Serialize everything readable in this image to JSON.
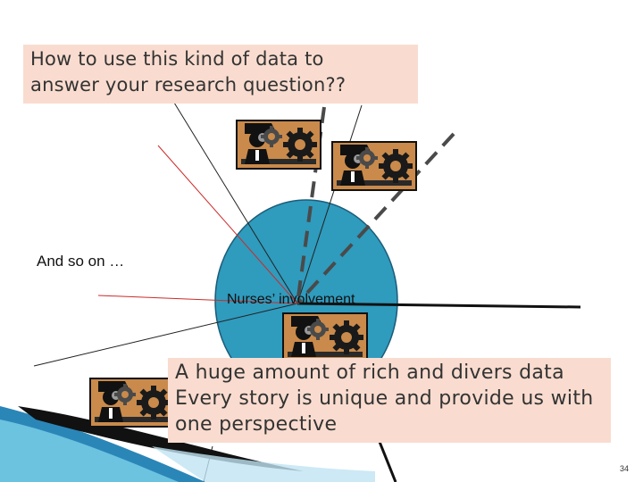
{
  "top_callout": {
    "lines": [
      "How to use this kind of data to",
      "answer your research question??"
    ]
  },
  "bottom_callout": {
    "lines": [
      "A huge amount of rich and divers data",
      "Every story is unique and provide us with",
      "one perspective"
    ]
  },
  "side_label": "And so on …",
  "center_label": "Nurses’ involvement",
  "page_number": "34",
  "colors": {
    "circle_fill": "#2f9bbd",
    "circle_stroke": "#1c5d7a",
    "callout_bg": "#f9dccf",
    "red_line": "#cc2b2b",
    "dashed_line": "#4a4a4a",
    "corner_swoosh": "#2b86b8",
    "clipart_bg": "#c98a4b"
  },
  "icons": [
    "businessman-gear-clipart",
    "corner-swoosh-decoration"
  ]
}
